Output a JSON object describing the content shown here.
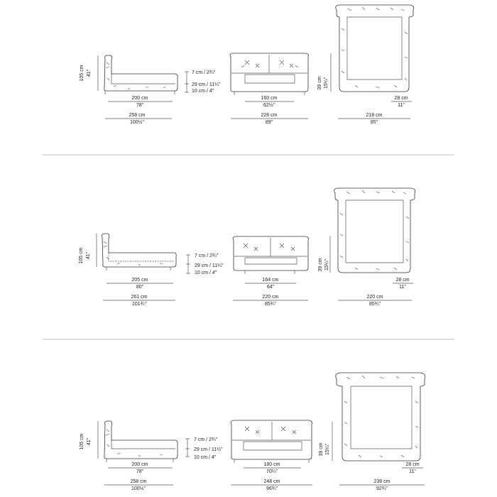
{
  "sections": [
    {
      "side": {
        "height": "105 cm",
        "height_in": "41\"",
        "thick_top": "7 cm / 2¾\"",
        "thick_mid": "29 cm / 11¼\"",
        "thick_bot": "10 cm / 4\"",
        "mattress": "200 cm",
        "mattress_in": "78\"",
        "overall": "258 cm",
        "overall_in": "100½\""
      },
      "front": {
        "inner": "160 cm",
        "inner_in": "62½\"",
        "overall": "228 cm",
        "overall_in": "89\""
      },
      "top": {
        "depth": "39 cm",
        "depth_in": "15¼\"",
        "rail": "28 cm",
        "rail_in": "11\"",
        "overall": "218 cm",
        "overall_in": "85\""
      }
    },
    {
      "side": {
        "height": "105 cm",
        "height_in": "41\"",
        "thick_top": "7 cm / 2¾\"",
        "thick_mid": "29 cm / 11¼\"",
        "thick_bot": "10 cm / 4\"",
        "mattress": "205 cm",
        "mattress_in": "80\"",
        "overall": "261 cm",
        "overall_in": "101¾\""
      },
      "front": {
        "inner": "164 cm",
        "inner_in": "64\"",
        "overall": "220 cm",
        "overall_in": "85¾\""
      },
      "top": {
        "depth": "39 cm",
        "depth_in": "15¼\"",
        "rail": "28 cm",
        "rail_in": "11\"",
        "overall": "220 cm",
        "overall_in": "85¾\""
      }
    },
    {
      "side": {
        "height": "105 cm",
        "height_in": "41\"",
        "thick_top": "7 cm / 2¾\"",
        "thick_mid": "29 cm / 11¼\"",
        "thick_bot": "10 cm / 4\"",
        "mattress": "200 cm",
        "mattress_in": "78\"",
        "overall": "258 cm",
        "overall_in": "100½\""
      },
      "front": {
        "inner": "180 cm",
        "inner_in": "70¼\"",
        "overall": "248 cm",
        "overall_in": "96¾\""
      },
      "top": {
        "depth": "39 cm",
        "depth_in": "15¼\"",
        "rail": "28 cm",
        "rail_in": "11\"",
        "overall": "238 cm",
        "overall_in": "92¾\""
      }
    }
  ]
}
